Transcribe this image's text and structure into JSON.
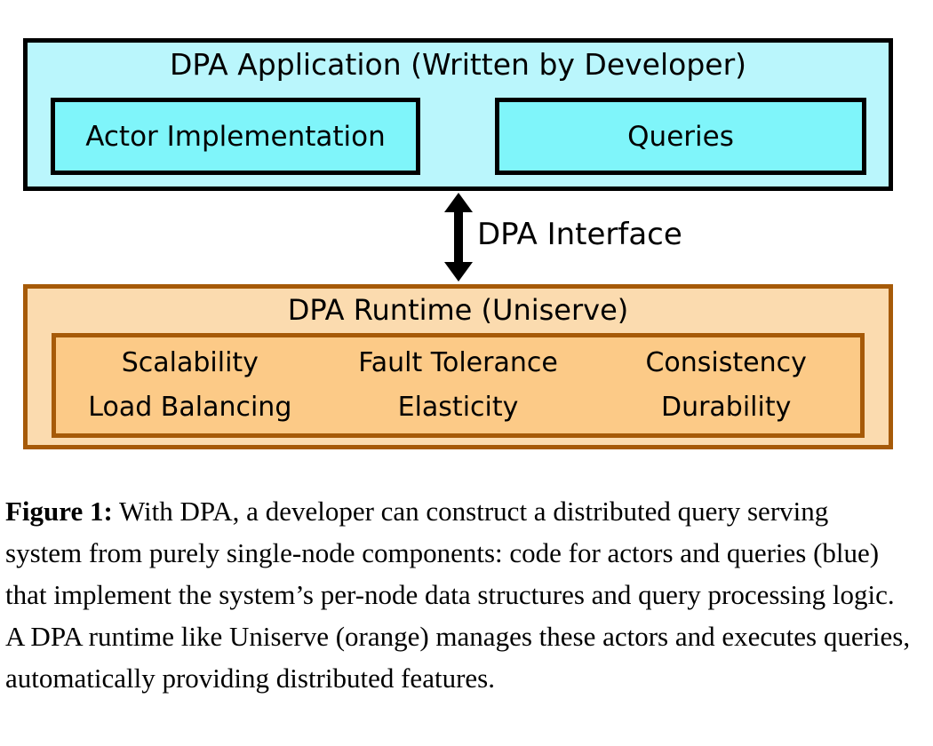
{
  "figure": {
    "application_layer": {
      "title": "DPA Application (Written by Developer)",
      "fill_color": "#BAF6FC",
      "border_color": "#000000",
      "components": [
        {
          "label": "Actor Implementation",
          "fill_color": "#7FF5FA"
        },
        {
          "label": "Queries",
          "fill_color": "#7FF5FA"
        }
      ]
    },
    "interface": {
      "label": "DPA Interface",
      "arrow": "double-headed-vertical-arrow"
    },
    "runtime_layer": {
      "title": "DPA Runtime (Uniserve)",
      "fill_color": "#FBDBAF",
      "border_color": "#A65A08",
      "features_fill_color": "#FCCA87",
      "feature_rows": [
        [
          "Scalability",
          "Fault Tolerance",
          "Consistency"
        ],
        [
          "Load Balancing",
          "Elasticity",
          "Durability"
        ]
      ]
    },
    "caption": {
      "label": "Figure 1:",
      "text": " With DPA, a developer can construct a distributed query serving system from purely single-node components: code for actors and queries (blue) that implement the system’s per-node data structures and query processing logic. A DPA runtime like Uniserve (orange) manages these actors and executes queries, automatically providing distributed features."
    }
  }
}
